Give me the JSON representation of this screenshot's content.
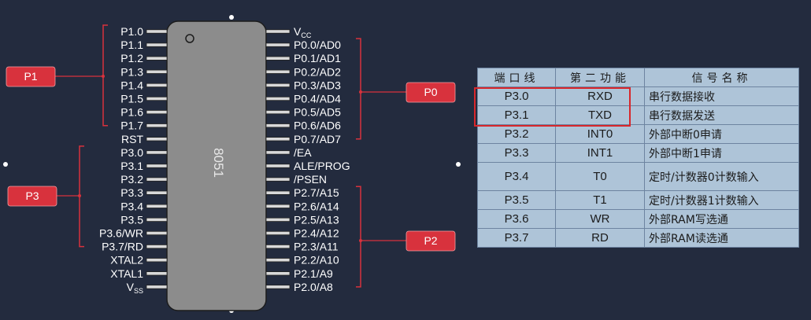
{
  "chip": {
    "label": "8051",
    "left_pins": [
      {
        "main": "P1.0",
        "sub": ""
      },
      {
        "main": "P1.1",
        "sub": ""
      },
      {
        "main": "P1.2",
        "sub": ""
      },
      {
        "main": "P1.3",
        "sub": ""
      },
      {
        "main": "P1.4",
        "sub": ""
      },
      {
        "main": "P1.5",
        "sub": ""
      },
      {
        "main": "P1.6",
        "sub": ""
      },
      {
        "main": "P1.7",
        "sub": ""
      },
      {
        "main": "RST",
        "sub": ""
      },
      {
        "main": "P3.0",
        "sub": ""
      },
      {
        "main": "P3.1",
        "sub": ""
      },
      {
        "main": "P3.2",
        "sub": ""
      },
      {
        "main": "P3.3",
        "sub": ""
      },
      {
        "main": "P3.4",
        "sub": ""
      },
      {
        "main": "P3.5",
        "sub": ""
      },
      {
        "main": "P3.6/WR",
        "sub": ""
      },
      {
        "main": "P3.7/RD",
        "sub": ""
      },
      {
        "main": "XTAL2",
        "sub": ""
      },
      {
        "main": "XTAL1",
        "sub": ""
      },
      {
        "main": "V",
        "sub": "SS"
      }
    ],
    "right_pins": [
      {
        "main": "V",
        "sub": "CC"
      },
      {
        "main": "P0.0/AD0",
        "sub": ""
      },
      {
        "main": "P0.1/AD1",
        "sub": ""
      },
      {
        "main": "P0.2/AD2",
        "sub": ""
      },
      {
        "main": "P0.3/AD3",
        "sub": ""
      },
      {
        "main": "P0.4/AD4",
        "sub": ""
      },
      {
        "main": "P0.5/AD5",
        "sub": ""
      },
      {
        "main": "P0.6/AD6",
        "sub": ""
      },
      {
        "main": "P0.7/AD7",
        "sub": ""
      },
      {
        "main": "/EA",
        "sub": ""
      },
      {
        "main": "ALE/PROG",
        "sub": ""
      },
      {
        "main": "/PSEN",
        "sub": ""
      },
      {
        "main": "P2.7/A15",
        "sub": ""
      },
      {
        "main": "P2.6/A14",
        "sub": ""
      },
      {
        "main": "P2.5/A13",
        "sub": ""
      },
      {
        "main": "P2.4/A12",
        "sub": ""
      },
      {
        "main": "P2.3/A11",
        "sub": ""
      },
      {
        "main": "P2.2/A10",
        "sub": ""
      },
      {
        "main": "P2.1/A9",
        "sub": ""
      },
      {
        "main": "P2.0/A8",
        "sub": ""
      }
    ]
  },
  "port_buttons": [
    {
      "id": "p1",
      "label": "P1",
      "group": {
        "side": "left",
        "from": 0,
        "to": 7
      }
    },
    {
      "id": "p3",
      "label": "P3",
      "group": {
        "side": "left",
        "from": 9,
        "to": 16
      }
    },
    {
      "id": "p0",
      "label": "P0",
      "group": {
        "side": "right",
        "from": 1,
        "to": 8
      }
    },
    {
      "id": "p2",
      "label": "P2",
      "group": {
        "side": "right",
        "from": 12,
        "to": 19
      }
    }
  ],
  "table": {
    "headers": [
      "端口线",
      "第二功能",
      "信号名称"
    ],
    "rows": [
      [
        "P3.0",
        "RXD",
        "串行数据接收"
      ],
      [
        "P3.1",
        "TXD",
        "串行数据发送"
      ],
      [
        "P3.2",
        "INT0",
        "外部中断0申请"
      ],
      [
        "P3.3",
        "INT1",
        "外部中断1申请"
      ],
      [
        "P3.4",
        "T0",
        "定时/计数器0计数输入"
      ],
      [
        "P3.5",
        "T1",
        "定时/计数器1计数输入"
      ],
      [
        "P3.6",
        "WR",
        "外部RAM写选通"
      ],
      [
        "P3.7",
        "RD",
        "外部RAM读选通"
      ]
    ],
    "highlighted_rows": [
      0,
      1
    ]
  },
  "colors": {
    "background": "#232b3e",
    "accent": "#d8323d",
    "chip_body": "#8c8c8c",
    "table_bg": "#aec4d8",
    "highlight": "#d8262b"
  }
}
